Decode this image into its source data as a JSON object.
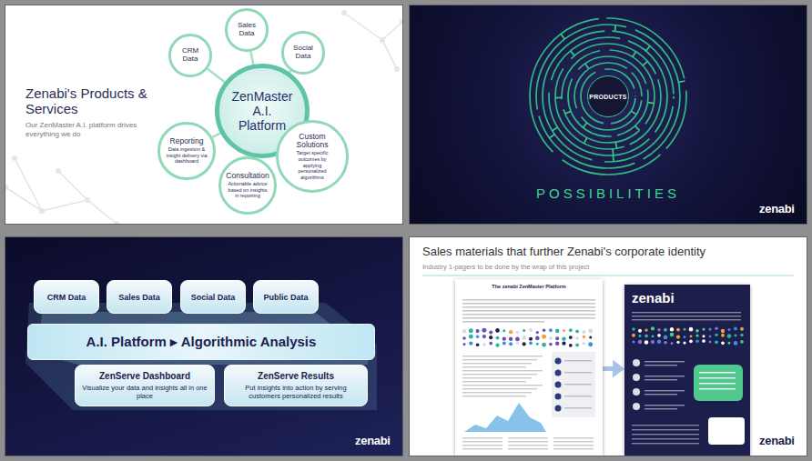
{
  "diagram": {
    "nodes": [
      {
        "text": [
          "Zenabi's Products & Services",
          "Our ZenMaster A.I. platform drives everything we do"
        ]
      },
      {
        "text": [
          "ZenMaster A.I. Platform"
        ],
        "in": 0
      },
      {
        "text": [
          "CRM Data"
        ],
        "in": 0
      },
      {
        "text": [
          "Sales Data"
        ],
        "in": 0
      },
      {
        "text": [
          "Social Data"
        ],
        "in": 0
      },
      {
        "text": [
          "Custom Solutions",
          "Target specific outcomes by applying personalized algorithms"
        ],
        "in": 0
      },
      {
        "text": [
          "Consultation",
          "Actionable advice based on insights in reporting"
        ],
        "in": 0
      },
      {
        "text": [
          "Reporting",
          "Data ingestion & insight delivery via dashboard"
        ],
        "in": 0
      },
      {
        "text": [
          "zenabi"
        ]
      },
      {
        "text": [
          "PRODUCTS"
        ],
        "in": 8
      },
      {
        "text": [
          "zenabi"
        ]
      },
      {
        "text": [
          "CRM Data"
        ],
        "in": 10
      },
      {
        "text": [
          "Sales Data"
        ],
        "in": 10
      },
      {
        "text": [
          "Social Data"
        ],
        "in": 10
      },
      {
        "text": [
          "Public Data"
        ],
        "in": 10
      },
      {
        "text": [
          "A.I. Platform ▸ Algorithmic Analysis"
        ],
        "in": 10
      },
      {
        "text": [
          "ZenServe Dashboard",
          "Visualize your data and insights all in one place"
        ],
        "in": 10
      },
      {
        "text": [
          "ZenServe Results",
          "Put insights into action by serving customers personalized results"
        ],
        "in": 10
      },
      {
        "text": [
          "Sales materials that further Zenabi's corporate identity",
          "Industry 1-pagers to be done by the wrap of this project",
          "zenabi"
        ]
      },
      {
        "text": [
          "The zenabi ZenMaster Platform"
        ],
        "in": 18
      },
      {
        "text": [
          "zenabi"
        ],
        "in": 18
      }
    ],
    "edges": [
      {
        "from": 1,
        "to": 2,
        "arrow": "none"
      },
      {
        "from": 1,
        "to": 3,
        "arrow": "none"
      },
      {
        "from": 1,
        "to": 4,
        "arrow": "none"
      },
      {
        "from": 1,
        "to": 5,
        "arrow": "none"
      },
      {
        "from": 1,
        "to": 6,
        "arrow": "none"
      },
      {
        "from": 1,
        "to": 7,
        "arrow": "none"
      },
      {
        "from": 19,
        "to": 20,
        "arrow": "to"
      }
    ],
    "labels": [
      "POSSIBILITIES"
    ]
  }
}
